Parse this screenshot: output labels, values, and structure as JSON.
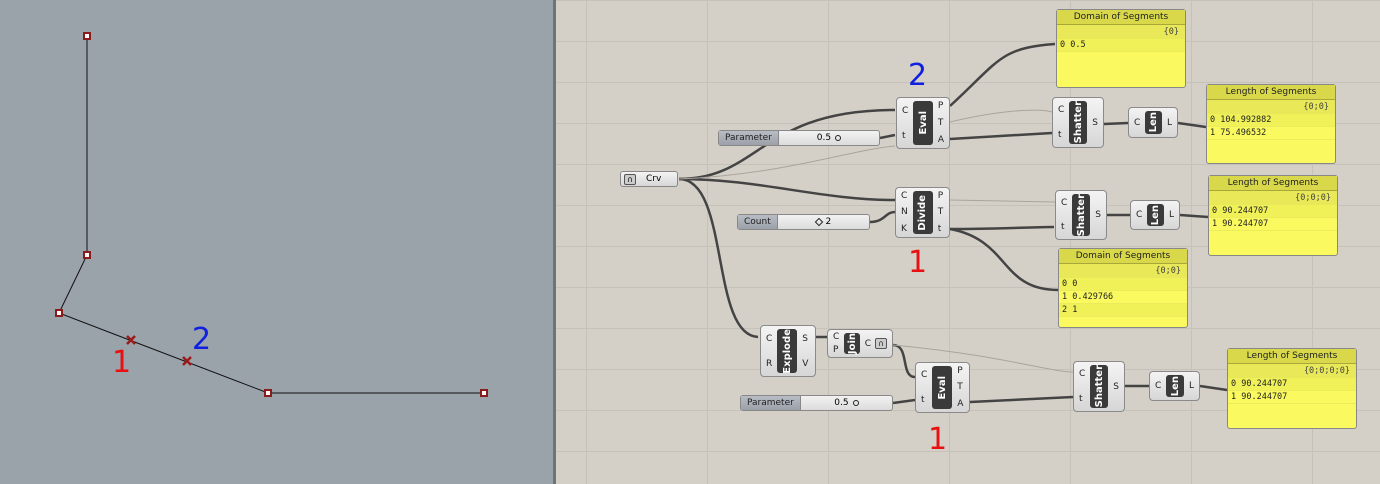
{
  "viewport": {
    "annotations": {
      "one": "1",
      "two": "2"
    }
  },
  "canvas": {
    "crv": {
      "label": "Crv",
      "icon": "curve-icon"
    },
    "slider_param_top": {
      "label": "Parameter",
      "value": "0.5"
    },
    "slider_count": {
      "label": "Count",
      "value": "2"
    },
    "slider_param_bottom": {
      "label": "Parameter",
      "value": "0.5"
    },
    "eval_top": {
      "name": "Eval",
      "inputs": [
        "C",
        "t"
      ],
      "outputs": [
        "P",
        "T",
        "A"
      ]
    },
    "divide": {
      "name": "Divide",
      "inputs": [
        "C",
        "N",
        "K"
      ],
      "outputs": [
        "P",
        "T",
        "t"
      ]
    },
    "explode": {
      "name": "Explode",
      "inputs": [
        "C",
        "R"
      ],
      "outputs": [
        "S",
        "V"
      ]
    },
    "join": {
      "name": "Join",
      "inputs": [
        "C",
        "P"
      ],
      "outputs": [
        "C"
      ]
    },
    "eval_bottom": {
      "name": "Eval",
      "inputs": [
        "C",
        "t"
      ],
      "outputs": [
        "P",
        "T",
        "A"
      ]
    },
    "shatter": {
      "name": "Shatter",
      "inputs": [
        "C",
        "t"
      ],
      "outputs": [
        "S"
      ]
    },
    "len": {
      "name": "Len",
      "inputs": [
        "C"
      ],
      "outputs": [
        "L"
      ]
    },
    "panels": [
      {
        "title": "Domain of Segments",
        "path": "{0}",
        "rows": [
          "0 0.5"
        ]
      },
      {
        "title": "Length of Segments",
        "path": "{0;0}",
        "rows": [
          "0 104.992882",
          "1 75.496532"
        ]
      },
      {
        "title": "Length of Segments",
        "path": "{0;0;0}",
        "rows": [
          "0 90.244707",
          "1 90.244707"
        ]
      },
      {
        "title": "Domain of Segments",
        "path": "{0;0}",
        "rows": [
          "0 0",
          "1 0.429766",
          "2 1"
        ]
      },
      {
        "title": "Length of Segments",
        "path": "{0;0;0;0}",
        "rows": [
          "0 90.244707",
          "1 90.244707"
        ]
      }
    ],
    "annotations": {
      "two": "2",
      "one_a": "1",
      "one_b": "1"
    }
  },
  "colors": {
    "viewport": "#9aa2aa",
    "canvas": "#d4d0c8",
    "panel": "#fafa60",
    "annotation_red": "#e81010",
    "annotation_blue": "#1020e0"
  }
}
